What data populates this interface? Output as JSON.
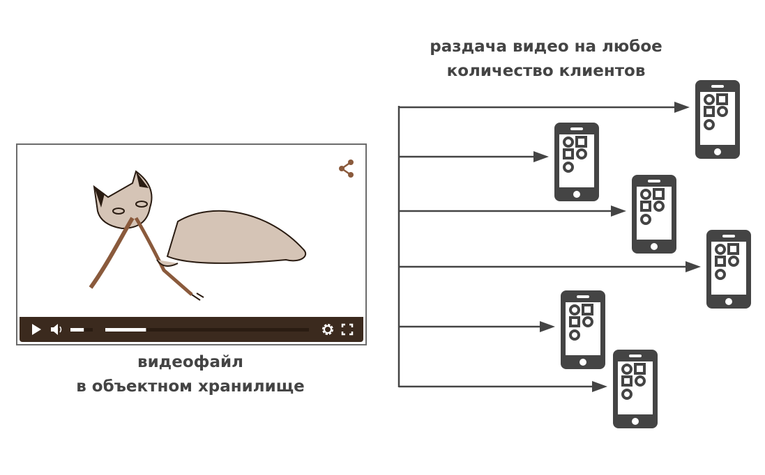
{
  "clients_caption": {
    "line1": "раздача видео на любое",
    "line2": "количество клиентов"
  },
  "storage_caption": {
    "line1": "видеофайл",
    "line2": "в объектном хранилище"
  },
  "player": {
    "progress": 0.2,
    "volume": 0.6,
    "icons": [
      "share-icon",
      "play-icon",
      "volume-icon",
      "settings-icon",
      "fullscreen-icon"
    ]
  },
  "colors": {
    "bar": "#3b2a1e",
    "accent": "#8a5a3c",
    "phone": "#444444",
    "text": "#444444"
  },
  "client_count": 6
}
